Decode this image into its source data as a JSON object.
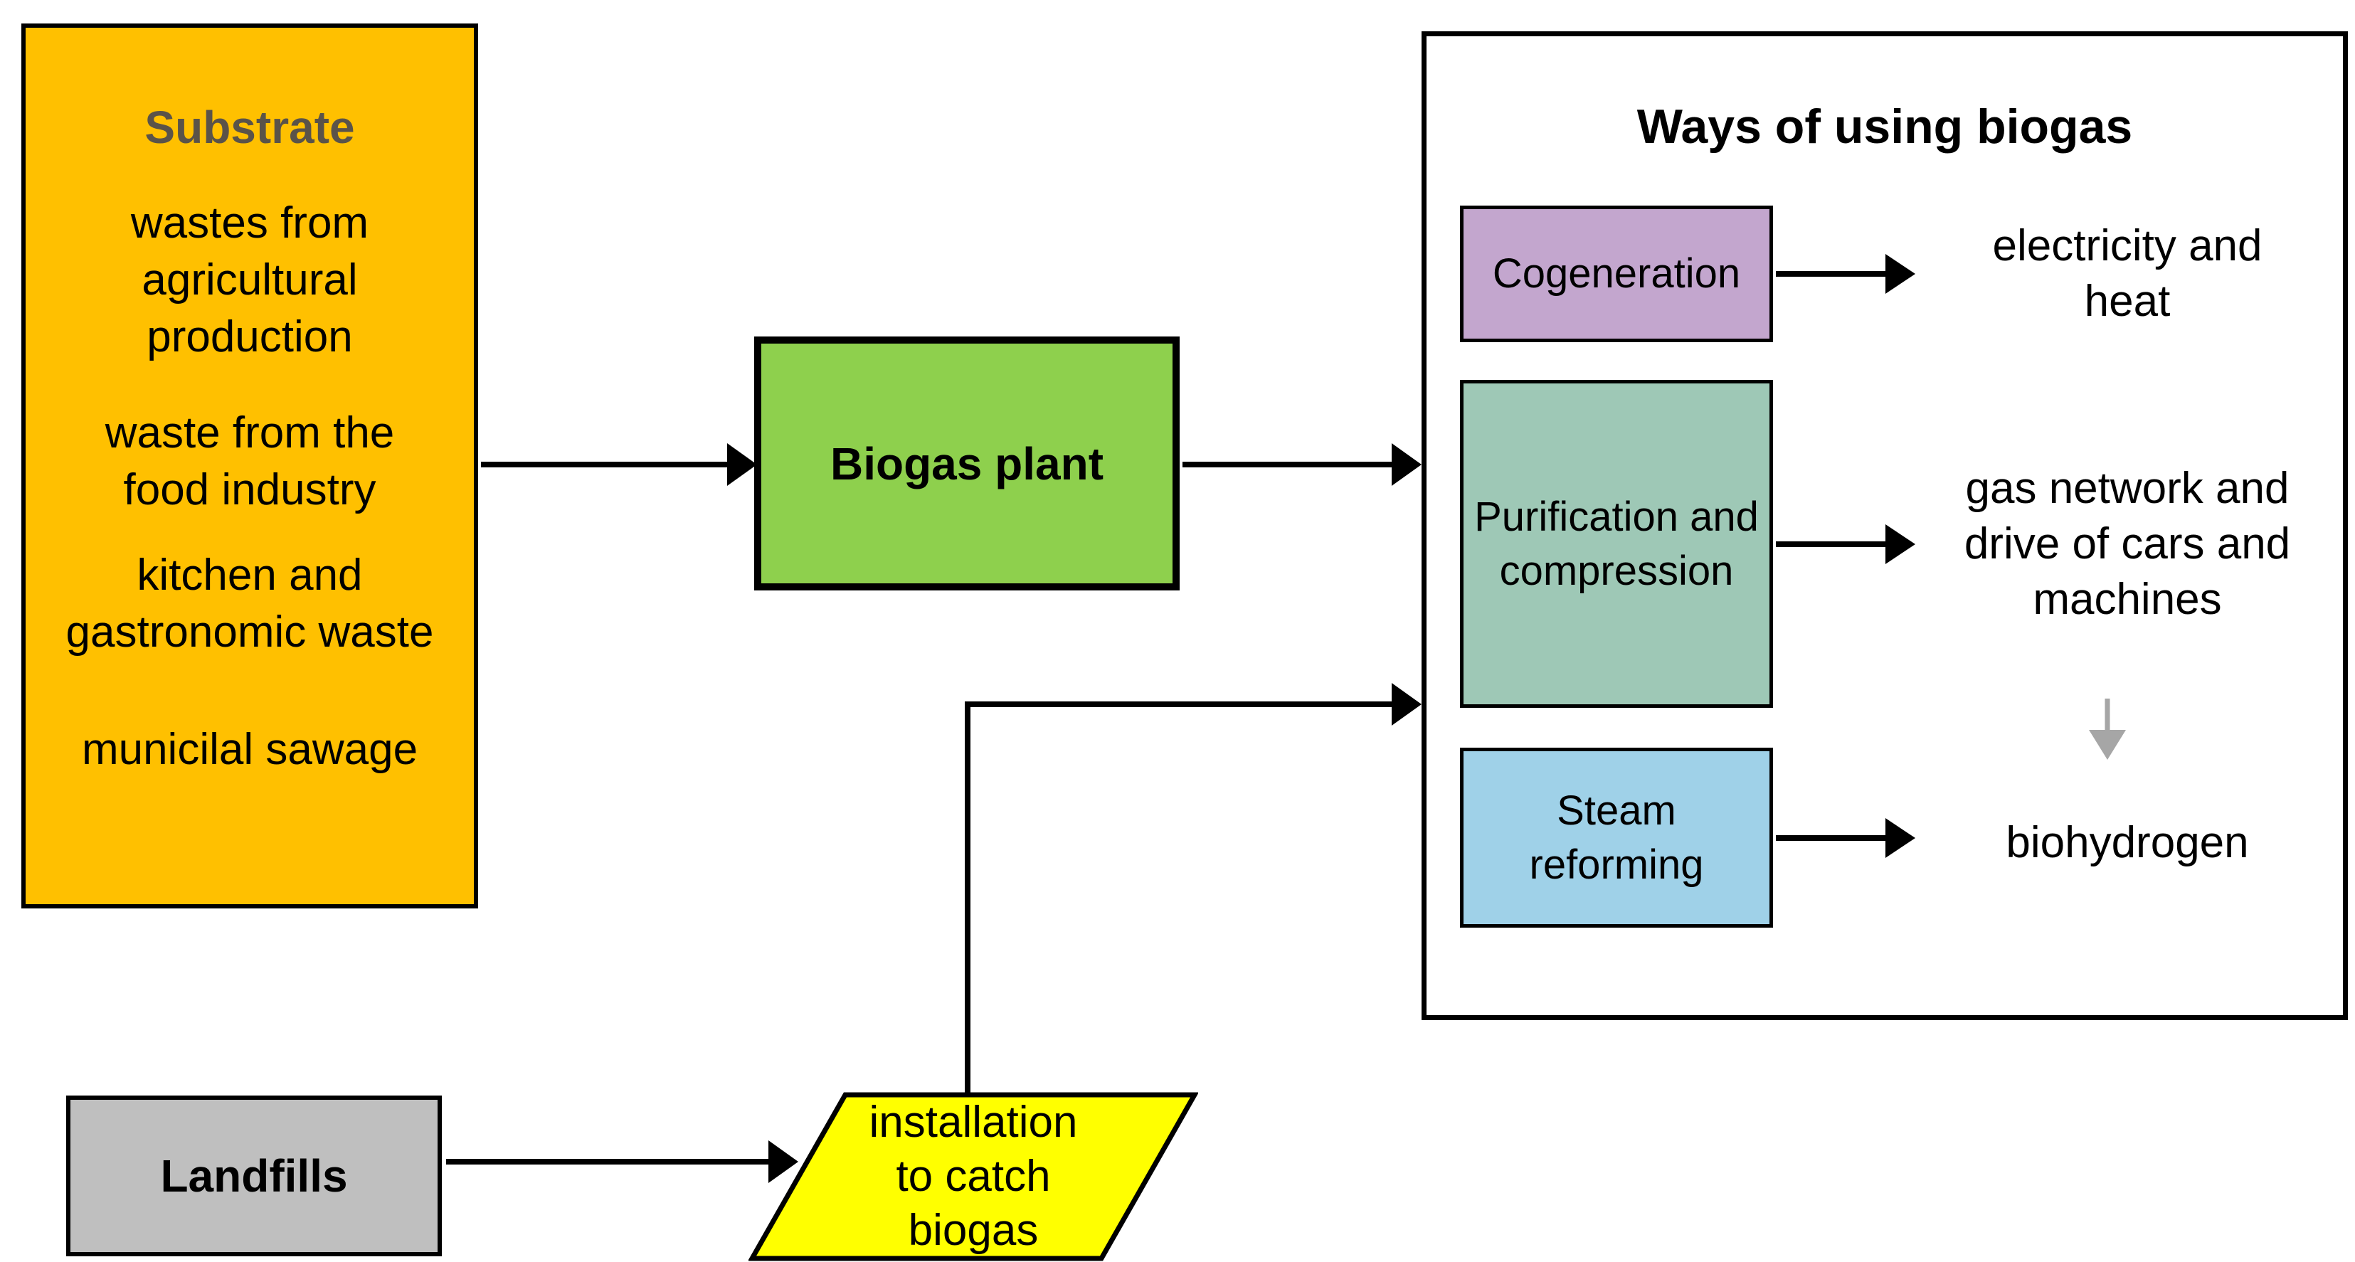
{
  "colors": {
    "substrate_fill": "#FFC000",
    "substrate_title_text": "#5A5349",
    "biogas_plant_fill": "#8ED04D",
    "cogeneration_fill": "#C3A6CE",
    "purification_fill": "#9EC8B6",
    "steam_fill": "#9FD1E8",
    "landfills_fill": "#BFBFBF",
    "installation_fill": "#FFFF00",
    "arrow_black": "#000000",
    "arrow_gray": "#A6A6A6"
  },
  "substrate": {
    "title": "Substrate",
    "items": [
      "wastes from\nagricultural\nproduction",
      "waste from the\nfood industry",
      "kitchen and\ngastronomic waste",
      "municilal sawage"
    ]
  },
  "biogas_plant": {
    "label": "Biogas plant"
  },
  "ways_of_using": {
    "title": "Ways of using biogas",
    "rows": [
      {
        "method": "Cogeneration",
        "output": "electricity and\nheat"
      },
      {
        "method": "Purification and\ncompression",
        "output": "gas network and\ndrive of cars and\nmachines"
      },
      {
        "method": "Steam\nreforming",
        "output": "biohydrogen"
      }
    ]
  },
  "landfills": {
    "label": "Landfills"
  },
  "installation": {
    "label": "installation\nto catch\nbiogas"
  }
}
